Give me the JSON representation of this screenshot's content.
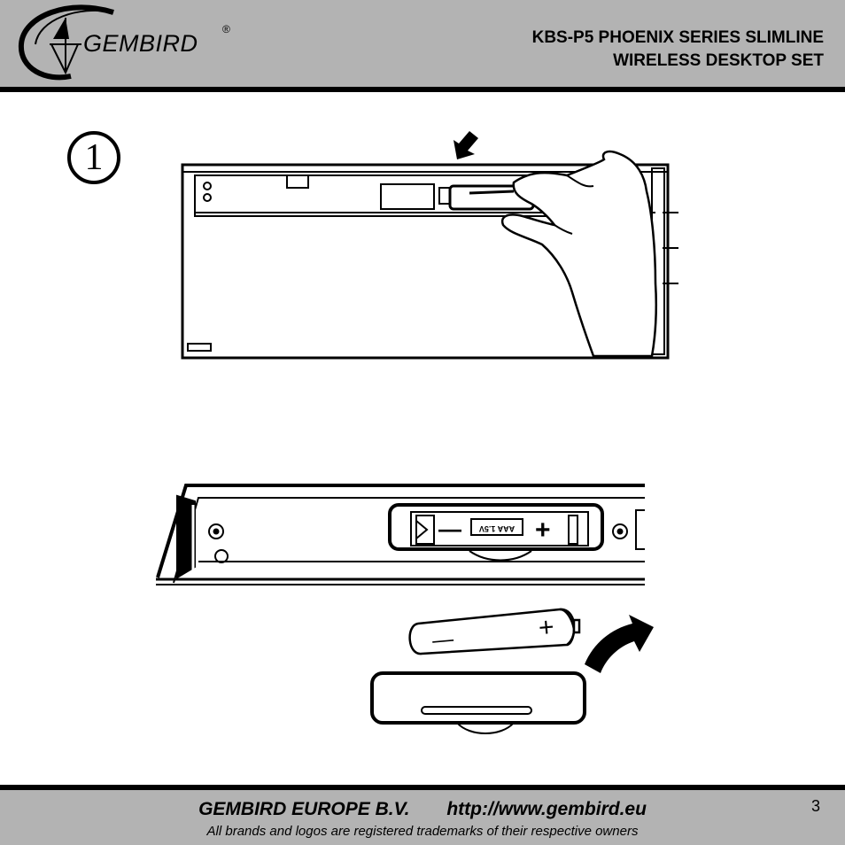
{
  "header": {
    "logo_text": "GEMBIRD",
    "logo_reg": "®",
    "title_line1": "KBS-P5 PHOENIX SERIES SLIMLINE",
    "title_line2": "WIRELESS DESKTOP SET",
    "background": "#b3b3b3"
  },
  "step": {
    "number": "1"
  },
  "battery_compartment": {
    "minus": "—",
    "plus": "+",
    "label": "AAA 1.5V"
  },
  "footer": {
    "company": "GEMBIRD EUROPE B.V.",
    "url": "http://www.gembird.eu",
    "disclaimer": "All brands and logos are registered trademarks of their respective owners",
    "page_number": "3"
  }
}
